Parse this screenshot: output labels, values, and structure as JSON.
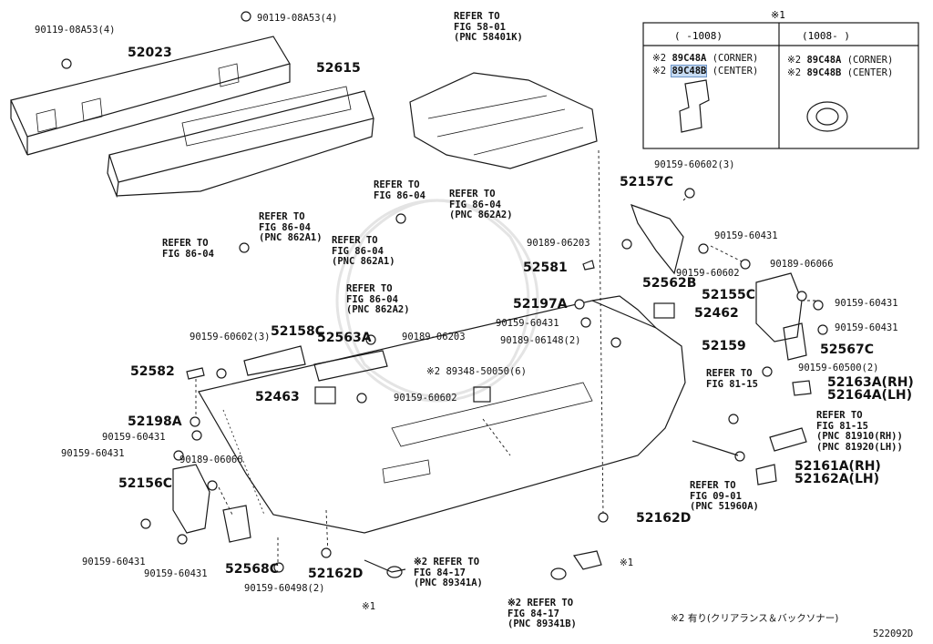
{
  "diagram_id": "522092D",
  "inset": {
    "mark": "※1",
    "col_left_range": "(   -1008)",
    "col_right_range": "(1008-   )",
    "left_rows": [
      {
        "mark": "※2",
        "pnc": "89C48A",
        "note": "(CORNER)"
      },
      {
        "mark": "※2",
        "pnc": "89C48B",
        "note": "(CENTER)"
      }
    ],
    "right_rows": [
      {
        "mark": "※2",
        "pnc": "89C48A",
        "note": "(CORNER)"
      },
      {
        "mark": "※2",
        "pnc": "89C48B",
        "note": "(CENTER)"
      }
    ]
  },
  "footnote": "※2 有り(クリアランス＆バックソナー)",
  "labels": {
    "l_90119_08A53_left": "90119-08A53(4)",
    "l_90119_08A53_top": "90119-08A53(4)",
    "p_52023": "52023",
    "p_52615": "52615",
    "ref_fig58": [
      "REFER TO",
      "FIG 58-01",
      "(PNC 58401K)"
    ],
    "ref_fig86_a": [
      "REFER TO",
      "FIG 86-04"
    ],
    "ref_fig86_b": [
      "REFER TO",
      "FIG 86-04",
      "(PNC 862A2)"
    ],
    "ref_fig86_c": [
      "REFER TO",
      "FIG 86-04",
      "(PNC 862A1)"
    ],
    "ref_fig86_d": [
      "REFER TO",
      "FIG 86-04"
    ],
    "ref_fig86_e": [
      "REFER TO",
      "FIG 86-04",
      "(PNC 862A1)"
    ],
    "ref_fig86_f": [
      "REFER TO",
      "FIG 86-04",
      "(PNC 862A2)"
    ],
    "l_90159_60602_3_right": "90159-60602(3)",
    "p_52157C": "52157C",
    "l_90189_06203_right": "90189-06203",
    "l_90159_60431_r1": "90159-60431",
    "p_52581": "52581",
    "l_90159_60602_right": "90159-60602",
    "l_90189_06066_right": "90189-06066",
    "p_52562B": "52562B",
    "p_52155C": "52155C",
    "l_90159_60431_r2": "90159-60431",
    "p_52197A": "52197A",
    "p_52462": "52462",
    "l_90159_60431_mid": "90159-60431",
    "l_90159_60431_r3": "90159-60431",
    "l_90189_06148": "90189-06148(2)",
    "p_52159": "52159",
    "p_52567C": "52567C",
    "l_90159_60602_3_left": "90159-60602(3)",
    "p_52158C": "52158C",
    "p_52563A": "52563A",
    "l_90189_06203_mid": "90189-06203",
    "p_52582": "52582",
    "l_90159_60500": "90159-60500(2)",
    "l_89348": "※2 89348-50050(6)",
    "ref_fig81_a": [
      "REFER TO",
      "FIG 81-15"
    ],
    "p_52163A": "52163A(RH)",
    "p_52164A": "52164A(LH)",
    "p_52463": "52463",
    "l_90159_60602_mid": "90159-60602",
    "ref_fig81_b": [
      "REFER TO",
      "FIG 81-15",
      "(PNC 81910(RH))",
      "(PNC 81920(LH))"
    ],
    "p_52198A": "52198A",
    "l_90159_60431_l1": "90159-60431",
    "l_90159_60431_l2": "90159-60431",
    "l_90189_06066_left": "90189-06066",
    "p_52156C": "52156C",
    "p_52161A": "52161A(RH)",
    "p_52162A": "52162A(LH)",
    "ref_fig09": [
      "REFER TO",
      "FIG 09-01",
      "(PNC 51960A)"
    ],
    "p_52162D_right": "52162D",
    "l_90159_60431_l3": "90159-60431",
    "l_90159_60431_l4": "90159-60431",
    "p_52568C": "52568C",
    "p_52162D_left": "52162D",
    "l_90159_60498": "90159-60498(2)",
    "ref_fig84_a": [
      "※2 REFER TO",
      "FIG 84-17",
      "(PNC 89341A)"
    ],
    "ref_fig84_b": [
      "※2 REFER TO",
      "FIG 84-17",
      "(PNC 89341B)"
    ],
    "mark1_a": "※1",
    "mark1_b": "※1"
  }
}
